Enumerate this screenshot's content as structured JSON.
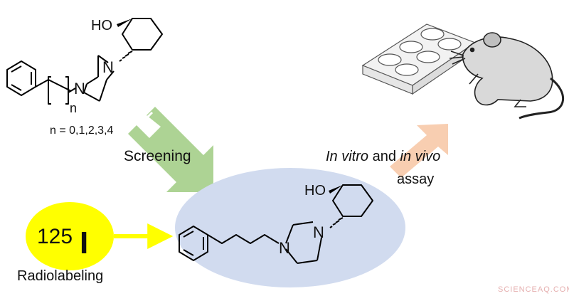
{
  "top_molecule": {
    "hydroxyl": "HO",
    "nitrogen_upper": "N",
    "nitrogen_lower": "N",
    "subscript_n": "n",
    "n_values": "n = 0,1,2,3,4"
  },
  "screening_label": "Screening",
  "assay_label": {
    "part1": "In vitro",
    "part2": " and ",
    "part3": "in vivo",
    "line2": "assay"
  },
  "radiolabel": {
    "mass_number": "125",
    "element": "I",
    "caption": "Radiolabeling"
  },
  "final_molecule": {
    "hydroxyl": "HO",
    "nitrogen_upper": "N",
    "nitrogen_lower": "N"
  },
  "watermark": "SCIENCEAQ.COM",
  "colors": {
    "green_arrow": "#a9d18e",
    "peach_arrow": "#f8cbad",
    "ellipse_fill": "#d1dbef",
    "yellow": "#ffff00",
    "mouse_fill": "#d9d9d9"
  }
}
